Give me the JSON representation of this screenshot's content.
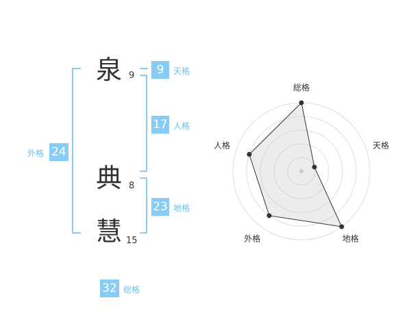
{
  "name_chars": [
    {
      "char": "泉",
      "strokes": "9"
    },
    {
      "char": "典",
      "strokes": "8"
    },
    {
      "char": "慧",
      "strokes": "15"
    }
  ],
  "fortunes": {
    "tenkaku": {
      "value": "9",
      "label": "天格"
    },
    "jinkaku": {
      "value": "17",
      "label": "人格"
    },
    "chikaku": {
      "value": "23",
      "label": "地格"
    },
    "gaikaku": {
      "value": "24",
      "label": "外格"
    },
    "soukaku": {
      "value": "32",
      "label": "総格"
    }
  },
  "colors": {
    "accent": "#88ccf5",
    "label": "#6cc0ef",
    "bracket": "#88ccf5",
    "text": "#333333"
  },
  "chart_data": {
    "type": "radar",
    "axes": [
      "総格",
      "天格",
      "地格",
      "外格",
      "人格"
    ],
    "values": [
      5,
      1,
      5,
      4,
      4
    ],
    "range": [
      0,
      5
    ],
    "rings": 5
  }
}
